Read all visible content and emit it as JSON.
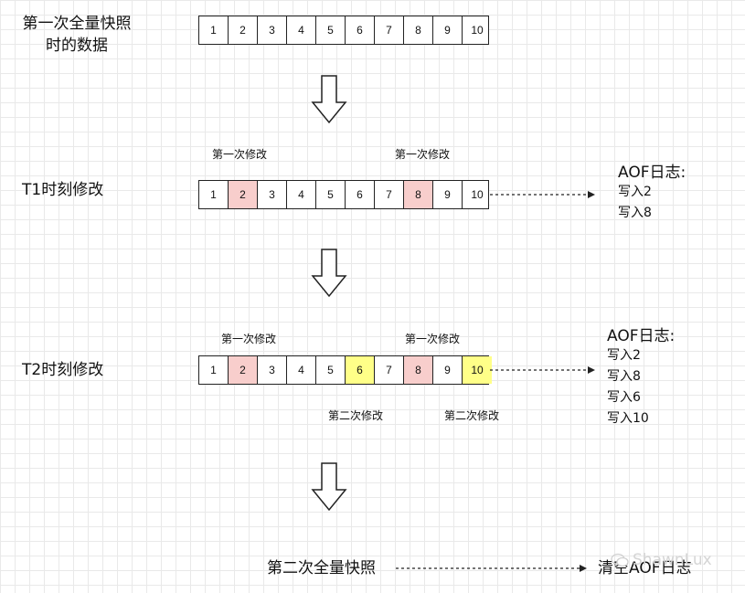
{
  "snapshot1": {
    "label_line1": "第一次全量快照",
    "label_line2": "时的数据"
  },
  "row1": {
    "cells": [
      "1",
      "2",
      "3",
      "4",
      "5",
      "6",
      "7",
      "8",
      "9",
      "10"
    ]
  },
  "t1": {
    "label": "T1时刻修改",
    "note_left": "第一次修改",
    "note_right": "第一次修改",
    "cells": [
      "1",
      "2",
      "3",
      "4",
      "5",
      "6",
      "7",
      "8",
      "9",
      "10"
    ],
    "aof": {
      "title": "AOF日志:",
      "lines": [
        "写入2",
        "写入8"
      ]
    }
  },
  "t2": {
    "label": "T2时刻修改",
    "note_top_left": "第一次修改",
    "note_top_right": "第一次修改",
    "note_bottom_left": "第二次修改",
    "note_bottom_right": "第二次修改",
    "cells": [
      "1",
      "2",
      "3",
      "4",
      "5",
      "6",
      "7",
      "8",
      "9",
      "10"
    ],
    "aof": {
      "title": "AOF日志:",
      "lines": [
        "写入2",
        "写入8",
        "写入6",
        "写入10"
      ]
    }
  },
  "snapshot2": {
    "label": "第二次全量快照",
    "result": "清空AOF日志"
  },
  "watermark": "ShawnLux",
  "colors": {
    "first_modify": "#f8cecc",
    "second_modify": "#ffff88",
    "stroke": "#222222"
  }
}
